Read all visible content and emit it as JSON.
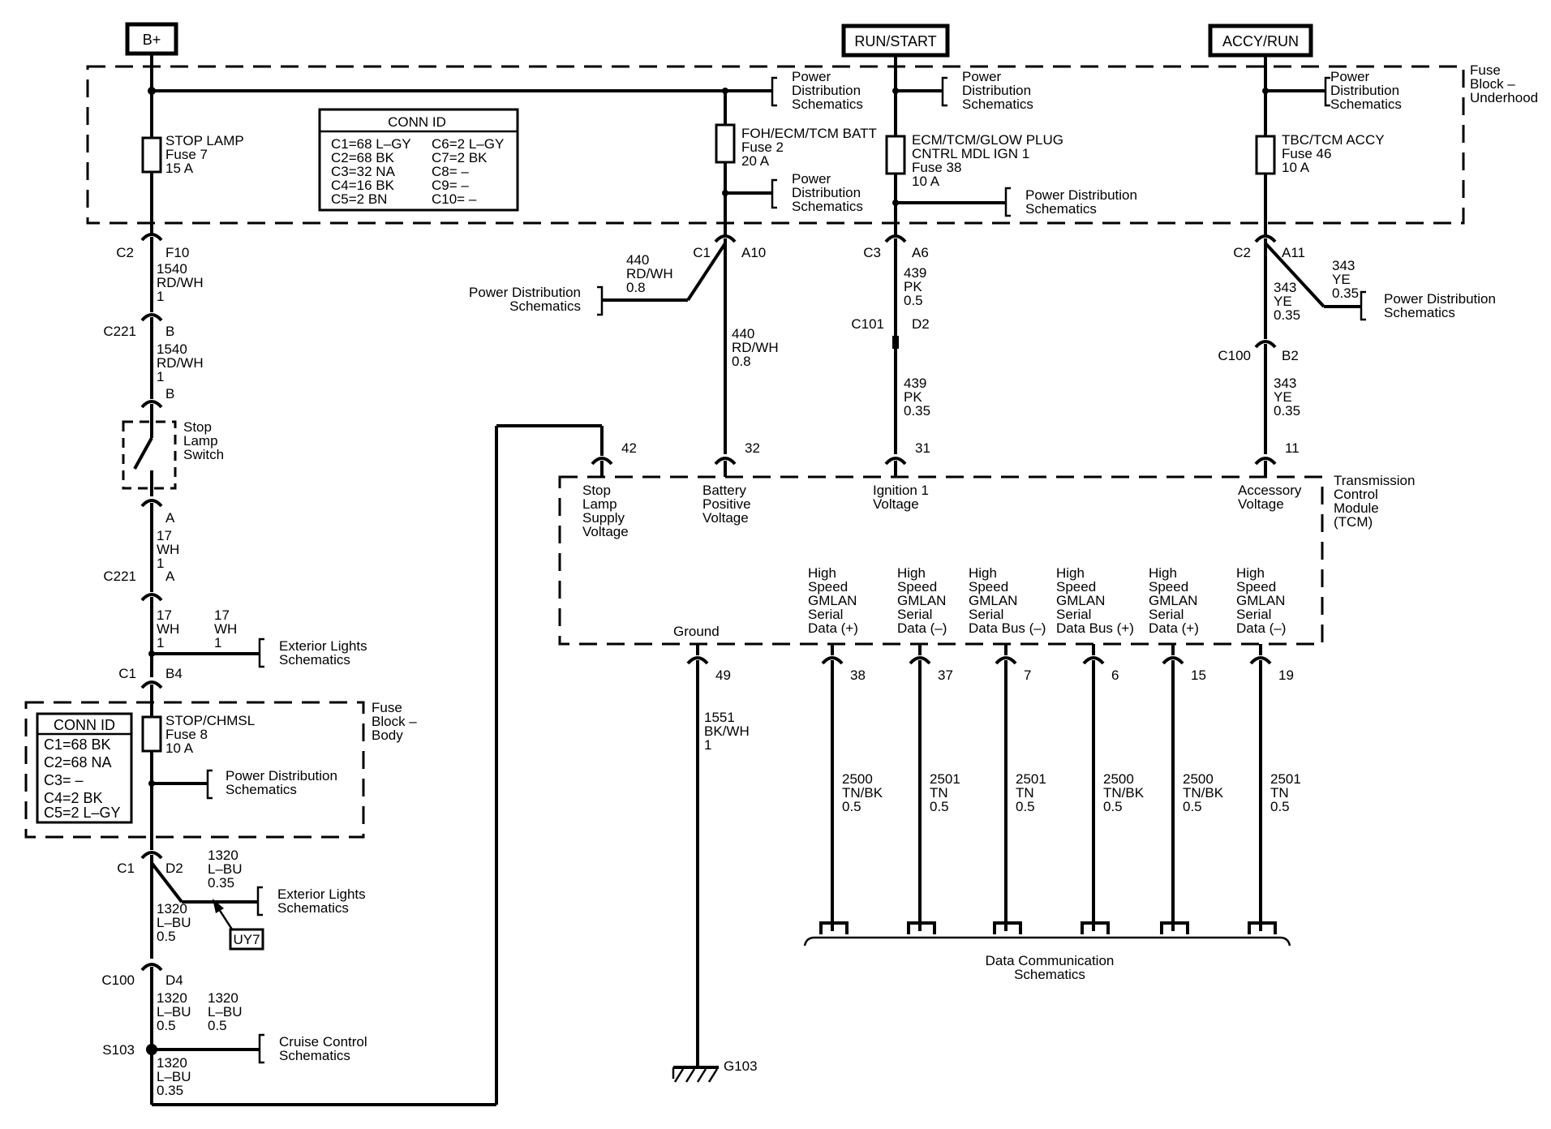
{
  "sources": {
    "bplus": "B+",
    "run_start": "RUN/START",
    "accy_run": "ACCY/RUN"
  },
  "fuse_block_underhood": [
    "Fuse",
    "Block –",
    "Underhood"
  ],
  "fuse_block_body": [
    "Fuse",
    "Block –",
    "Body"
  ],
  "power_dist_short": [
    "Power Distribution",
    "Schematics"
  ],
  "power_dist_tall": [
    "Power",
    "Distribution",
    "Schematics"
  ],
  "conn_id_underhood": {
    "title": "CONN ID",
    "left": [
      "C1=68 L–GY",
      "C2=68 BK",
      "C3=32 NA",
      "C4=16 BK",
      "C5=2 BN"
    ],
    "right": [
      "C6=2 L–GY",
      "C7=2 BK",
      "C8= –",
      "C9= –",
      "C10= –"
    ]
  },
  "conn_id_body": {
    "title": "CONN ID",
    "lines": [
      "C1=68 BK",
      "C2=68 NA",
      "C3= –",
      "C4=2 BK",
      "C5=2 L–GY"
    ]
  },
  "fuses": {
    "stop_lamp": [
      "STOP LAMP",
      "Fuse 7",
      "15 A"
    ],
    "foh": [
      "FOH/ECM/TCM BATT",
      "Fuse 2",
      "20 A"
    ],
    "ecm": [
      "ECM/TCM/GLOW PLUG",
      "CNTRL MDL IGN 1",
      "Fuse 38",
      "10 A"
    ],
    "tbc": [
      "TBC/TCM ACCY",
      "Fuse 46",
      "10 A"
    ],
    "stop_chmsl": [
      "STOP/CHMSL",
      "Fuse 8",
      "10 A"
    ]
  },
  "connectors": {
    "c2": "C2",
    "f10": "F10",
    "c221": "C221",
    "b": "B",
    "a": "A",
    "c1": "C1",
    "a10": "A10",
    "c3": "C3",
    "a6": "A6",
    "c101": "C101",
    "d2": "D2",
    "a11": "A11",
    "c100": "C100",
    "b2": "B2",
    "b4": "B4",
    "d4": "D4",
    "s103": "S103",
    "g103": "G103",
    "uy7": "UY7"
  },
  "wires": {
    "w1540": [
      "1540",
      "RD/WH",
      "1"
    ],
    "w17": [
      "17",
      "WH",
      "1"
    ],
    "w440": [
      "440",
      "RD/WH",
      "0.8"
    ],
    "w439a": [
      "439",
      "PK",
      "0.5"
    ],
    "w439b": [
      "439",
      "PK",
      "0.35"
    ],
    "w343a": [
      "343",
      "YE",
      "0.35"
    ],
    "w1320a": [
      "1320",
      "L–BU",
      "0.35"
    ],
    "w1320b": [
      "1320",
      "L–BU",
      "0.5"
    ],
    "w1551": [
      "1551",
      "BK/WH",
      "1"
    ],
    "w2500": [
      "2500",
      "TN/BK",
      "0.5"
    ],
    "w2501": [
      "2501",
      "TN",
      "0.5"
    ]
  },
  "stop_lamp_switch": [
    "Stop",
    "Lamp",
    "Switch"
  ],
  "exterior_lights": [
    "Exterior Lights",
    "Schematics"
  ],
  "cruise_control": [
    "Cruise Control",
    "Schematics"
  ],
  "data_comm": [
    "Data Communication",
    "Schematics"
  ],
  "tcm": {
    "title": [
      "Transmission",
      "Control",
      "Module",
      "(TCM)"
    ],
    "pins_top": [
      {
        "num": "42",
        "label": [
          "Stop",
          "Lamp",
          "Supply",
          "Voltage"
        ]
      },
      {
        "num": "32",
        "label": [
          "Battery",
          "Positive",
          "Voltage"
        ]
      },
      {
        "num": "31",
        "label": [
          "Ignition 1",
          "Voltage"
        ]
      },
      {
        "num": "11",
        "label": [
          "Accessory",
          "Voltage"
        ]
      }
    ],
    "ground": {
      "num": "49",
      "label": "Ground"
    },
    "pins_bottom": [
      {
        "num": "38",
        "label": [
          "High",
          "Speed",
          "GMLAN",
          "Serial",
          "Data (+)"
        ]
      },
      {
        "num": "37",
        "label": [
          "High",
          "Speed",
          "GMLAN",
          "Serial",
          "Data (–)"
        ]
      },
      {
        "num": "7",
        "label": [
          "High",
          "Speed",
          "GMLAN",
          "Serial",
          "Data Bus (–)"
        ]
      },
      {
        "num": "6",
        "label": [
          "High",
          "Speed",
          "GMLAN",
          "Serial",
          "Data Bus (+)"
        ]
      },
      {
        "num": "15",
        "label": [
          "High",
          "Speed",
          "GMLAN",
          "Serial",
          "Data (+)"
        ]
      },
      {
        "num": "19",
        "label": [
          "High",
          "Speed",
          "GMLAN",
          "Serial",
          "Data (–)"
        ]
      }
    ]
  }
}
